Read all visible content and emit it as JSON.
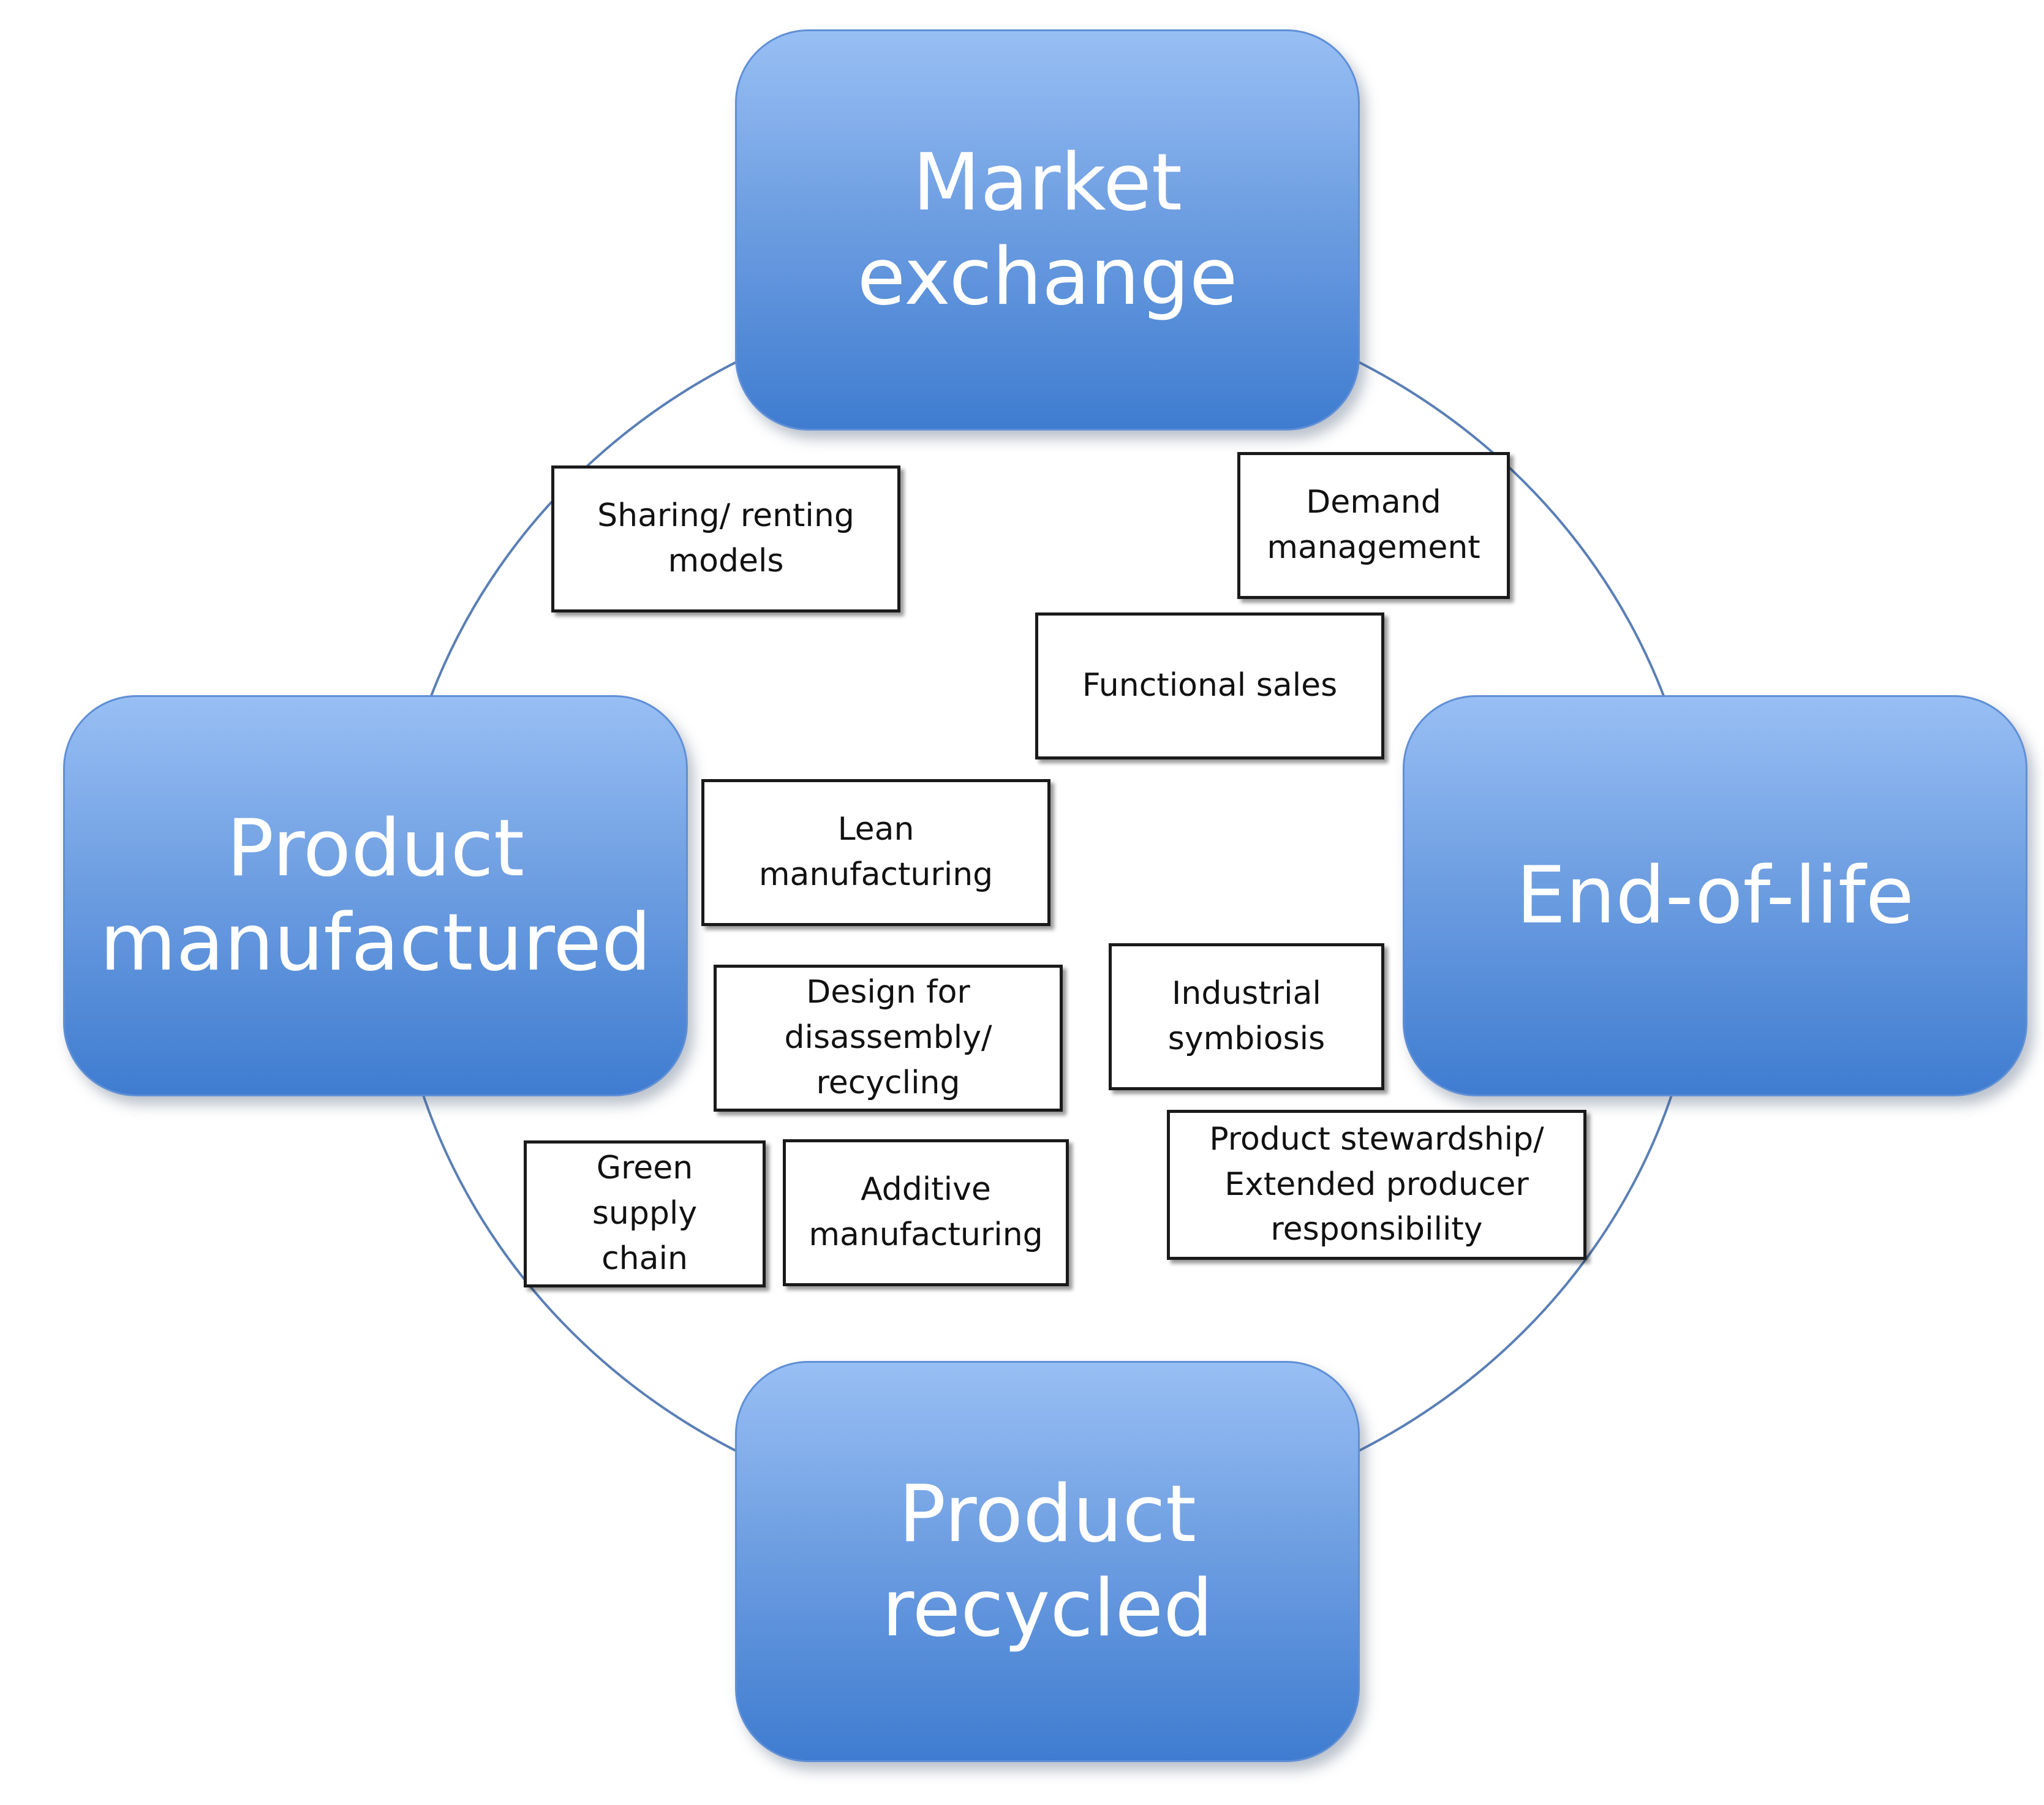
{
  "colors": {
    "stage_top": "#98bff4",
    "stage_bottom": "#3f7cd0",
    "stage_text": "#ffffff",
    "ring": "#5a7fb6",
    "practice_border": "#1a1a1a"
  },
  "stages": {
    "market_exchange": "Market\nexchange",
    "product_manufactured": "Product\nmanufactured",
    "end_of_life": "End-of-life",
    "product_recycled": "Product\nrecycled"
  },
  "practices": {
    "sharing_renting": "Sharing/ renting\nmodels",
    "demand_management": "Demand\nmanagement",
    "functional_sales": "Functional sales",
    "lean_manufacturing": "Lean\nmanufacturing",
    "design_for_disassembly": "Design for\ndisassembly/\nrecycling",
    "industrial_symbiosis": "Industrial\nsymbiosis",
    "green_supply_chain": "Green\nsupply\nchain",
    "additive_manufacturing": "Additive\nmanufacturing",
    "product_stewardship": "Product stewardship/\nExtended producer\nresponsibility"
  }
}
